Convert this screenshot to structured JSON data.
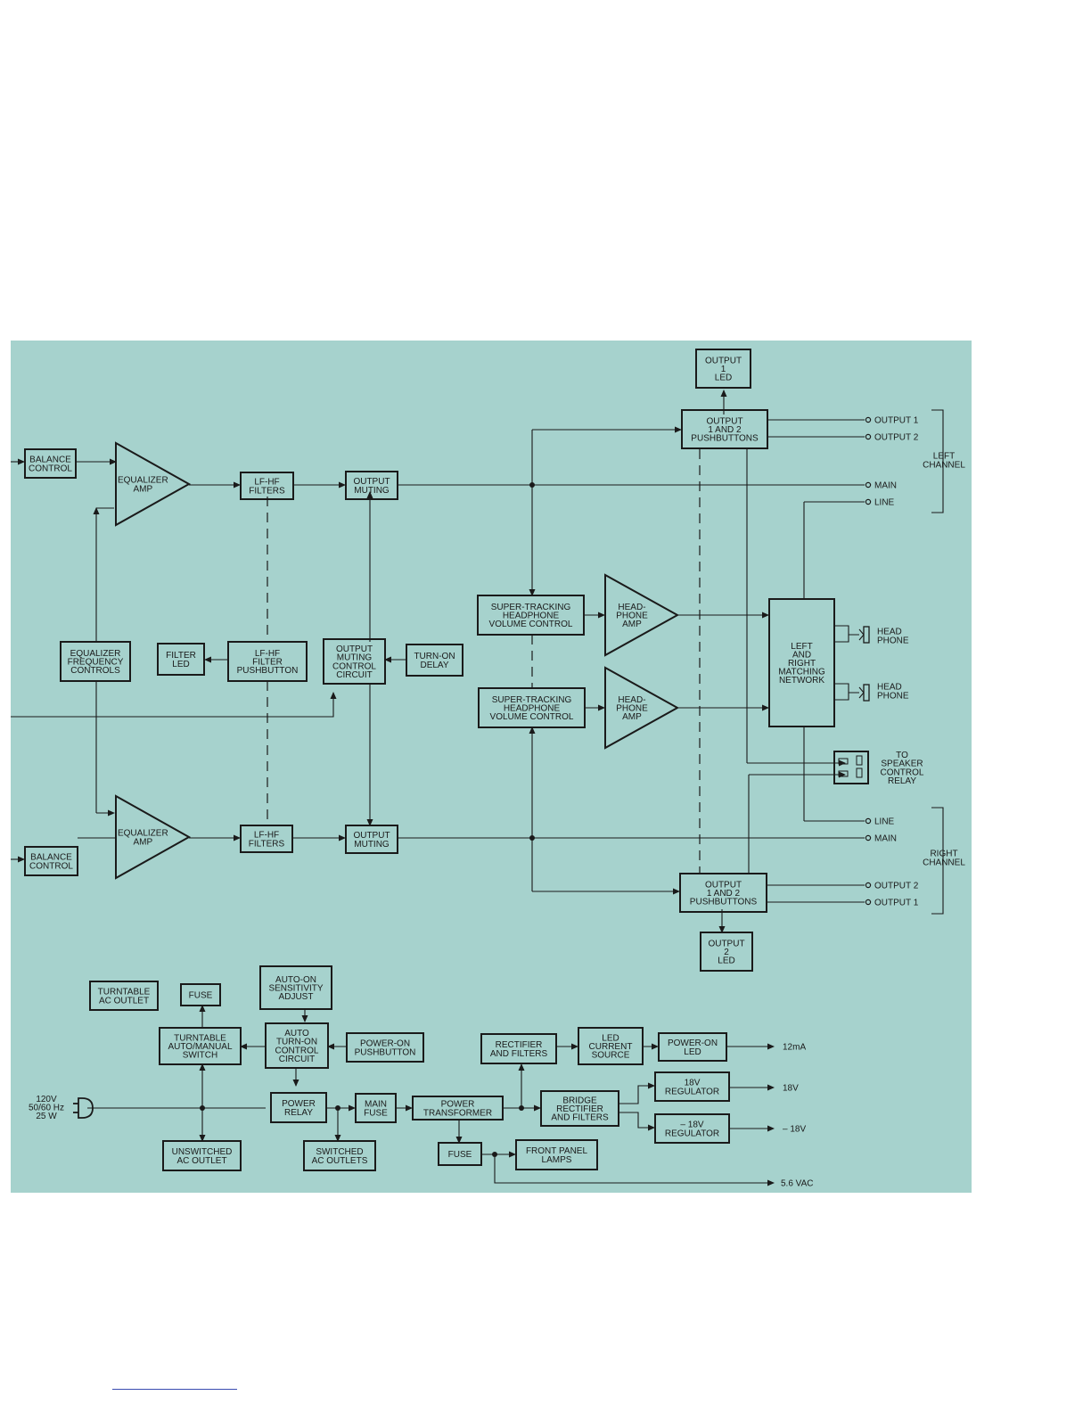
{
  "colors": {
    "background": "#a6d2cd",
    "ink": "#1a1a1a",
    "footnote_rule": "#3a4cb0"
  },
  "blocks": {
    "output1_led": "OUTPUT\n1\nLED",
    "output_pushbuttons_top": "OUTPUT\n1 AND 2\nPUSHBUTTONS",
    "balance_control_top": "BALANCE\nCONTROL",
    "equalizer_amp_top": "EQUALIZER\nAMP",
    "lf_hf_filters_top": "LF-HF\nFILTERS",
    "output_muting_top": "OUTPUT\nMUTING",
    "super_tracking_top": "SUPER-TRACKING\nHEADPHONE\nVOLUME CONTROL",
    "headphone_amp_top": "HEAD-\nPHONE\nAMP",
    "matching_network": "LEFT\nAND\nRIGHT\nMATCHING\nNETWORK",
    "equalizer_freq_controls": "EQUALIZER\nFREQUENCY\nCONTROLS",
    "filter_led": "FILTER\nLED",
    "filter_pushbutton": "LF-HF\nFILTER\nPUSHBUTTON",
    "muting_control_circuit": "OUTPUT\nMUTING\nCONTROL\nCIRCUIT",
    "turn_on_delay": "TURN-ON\nDELAY",
    "super_tracking_bottom": "SUPER-TRACKING\nHEADPHONE\nVOLUME CONTROL",
    "headphone_amp_bottom": "HEAD-\nPHONE\nAMP",
    "equalizer_amp_bottom": "EQUALIZER\nAMP",
    "lf_hf_filters_bottom": "LF-HF\nFILTERS",
    "output_muting_bottom": "OUTPUT\nMUTING",
    "balance_control_bottom": "BALANCE\nCONTROL",
    "output_pushbuttons_bottom": "OUTPUT\n1 AND 2\nPUSHBUTTONS",
    "output2_led": "OUTPUT\n2\nLED",
    "turntable_ac_outlet": "TURNTABLE\nAC OUTLET",
    "fuse_small": "FUSE",
    "auto_on_sensitivity": "AUTO-ON\nSENSITIVITY\nADJUST",
    "turntable_switch": "TURNTABLE\nAUTO/MANUAL\nSWITCH",
    "auto_turn_on": "AUTO\nTURN-ON\nCONTROL\nCIRCUIT",
    "power_on_pushbutton": "POWER-ON\nPUSHBUTTON",
    "power_relay": "POWER\nRELAY",
    "main_fuse": "MAIN\nFUSE",
    "power_transformer": "POWER\nTRANSFORMER",
    "rectifier_filters": "RECTIFIER\nAND FILTERS",
    "led_current_source": "LED\nCURRENT\nSOURCE",
    "power_on_led": "POWER-ON\nLED",
    "bridge_rectifier": "BRIDGE\nRECTIFIER\nAND FILTERS",
    "reg_18v": "18V\nREGULATOR",
    "reg_neg18v": "– 18V\nREGULATOR",
    "unswitched_outlet": "UNSWITCHED\nAC OUTLET",
    "switched_outlets": "SWITCHED\nAC OUTLETS",
    "fuse_lamps": "FUSE",
    "front_panel_lamps": "FRONT PANEL\nLAMPS"
  },
  "terminals": {
    "left_output1": "OUTPUT 1",
    "left_output2": "OUTPUT 2",
    "left_main": "MAIN",
    "left_line": "LINE",
    "right_line": "LINE",
    "right_main": "MAIN",
    "right_output2": "OUTPUT 2",
    "right_output1": "OUTPUT 1"
  },
  "labels": {
    "left_channel": "LEFT\nCHANNEL",
    "right_channel": "RIGHT\nCHANNEL",
    "headphone_top": "HEAD\nPHONE",
    "headphone_bottom": "HEAD\nPHONE",
    "speaker_relay": "TO\nSPEAKER\nCONTROL\nRELAY",
    "power_input": "120V\n50/60 Hz\n25 W",
    "out_12ma": "12mA",
    "out_18v": "18V",
    "out_neg18v": "– 18V",
    "out_56vac": "5.6 VAC"
  }
}
